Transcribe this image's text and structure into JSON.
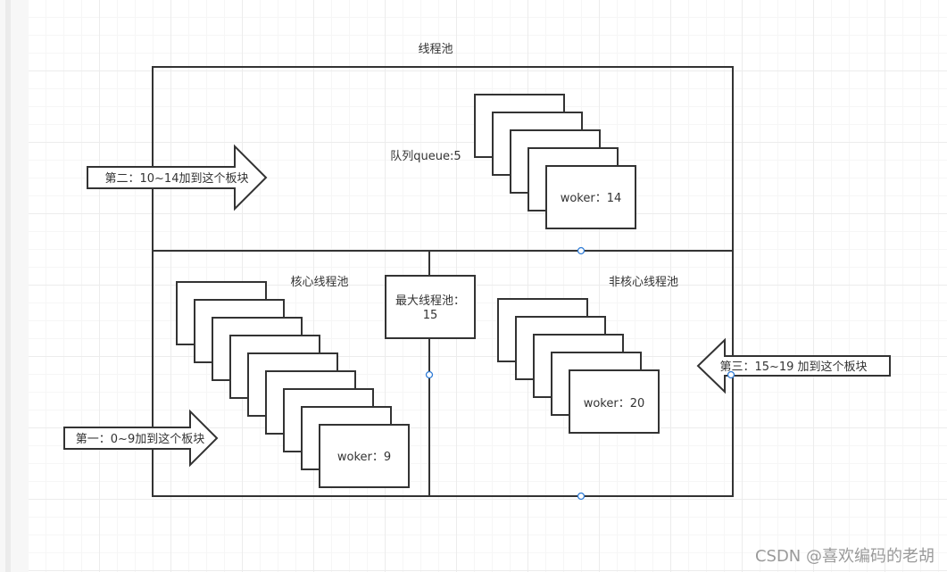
{
  "diagram": {
    "title": "线程池",
    "queue_label": "队列queue:5",
    "queue_front_card": "woker：14",
    "core_label": "核心线程池",
    "core_front_card": "woker：9",
    "max_label_line1": "最大线程池：",
    "max_label_line2": "15",
    "noncore_label": "非核心线程池",
    "noncore_front_card": "woker：20",
    "arrow_first": "第一：0~9加到这个板块",
    "arrow_second": "第二：10~14加到这个板块",
    "arrow_third": "第三：15~19 加到这个板块"
  },
  "watermark": "CSDN @喜欢编码的老胡",
  "colors": {
    "stroke": "#333333",
    "handle": "#2e7bd6",
    "grid": "#ececec"
  }
}
